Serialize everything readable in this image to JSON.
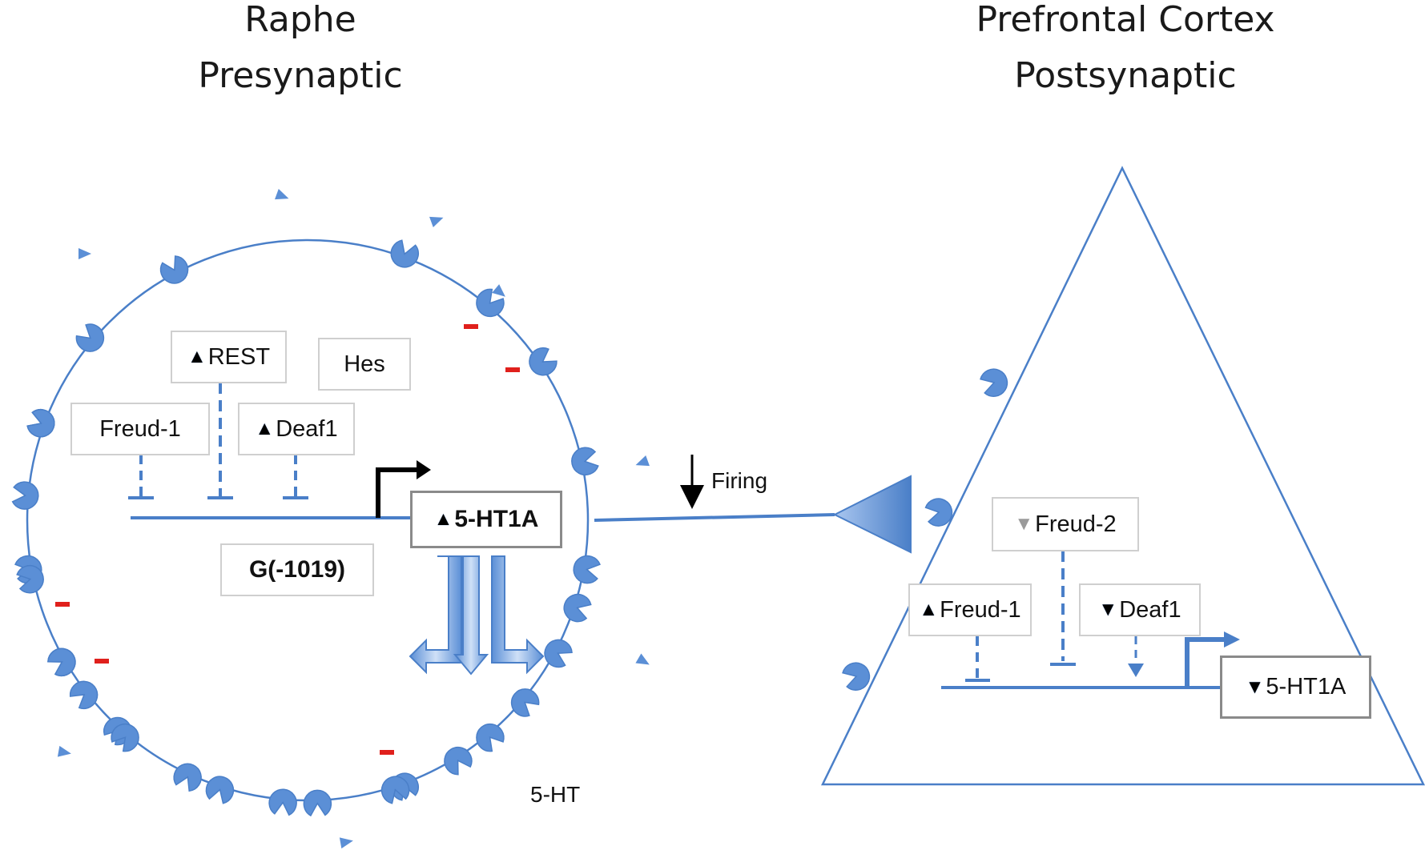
{
  "presynaptic": {
    "region": "Raphe",
    "side": "Presynaptic",
    "factors": {
      "rest": "REST",
      "hes": "Hes",
      "freud1": "Freud-1",
      "deaf1": "Deaf1"
    },
    "gene": "5-HT1A",
    "polymorphism": "G(-1019)",
    "ligand_label": "5-HT"
  },
  "postsynaptic": {
    "region": "Prefrontal Cortex",
    "side": "Postsynaptic",
    "factors": {
      "freud2": "Freud-2",
      "freud1": "Freud-1",
      "deaf1": "Deaf1"
    },
    "gene": "5-HT1A"
  },
  "axon": {
    "firing_label": "Firing"
  },
  "glyphs": {
    "up": "▲",
    "down": "▼"
  },
  "colors": {
    "blue": "#4a7fc8",
    "blue_light": "#7fa9e3",
    "blue_fill": "#5b8fd6",
    "red": "#e0201c",
    "grey_border": "#cfcfcf"
  }
}
